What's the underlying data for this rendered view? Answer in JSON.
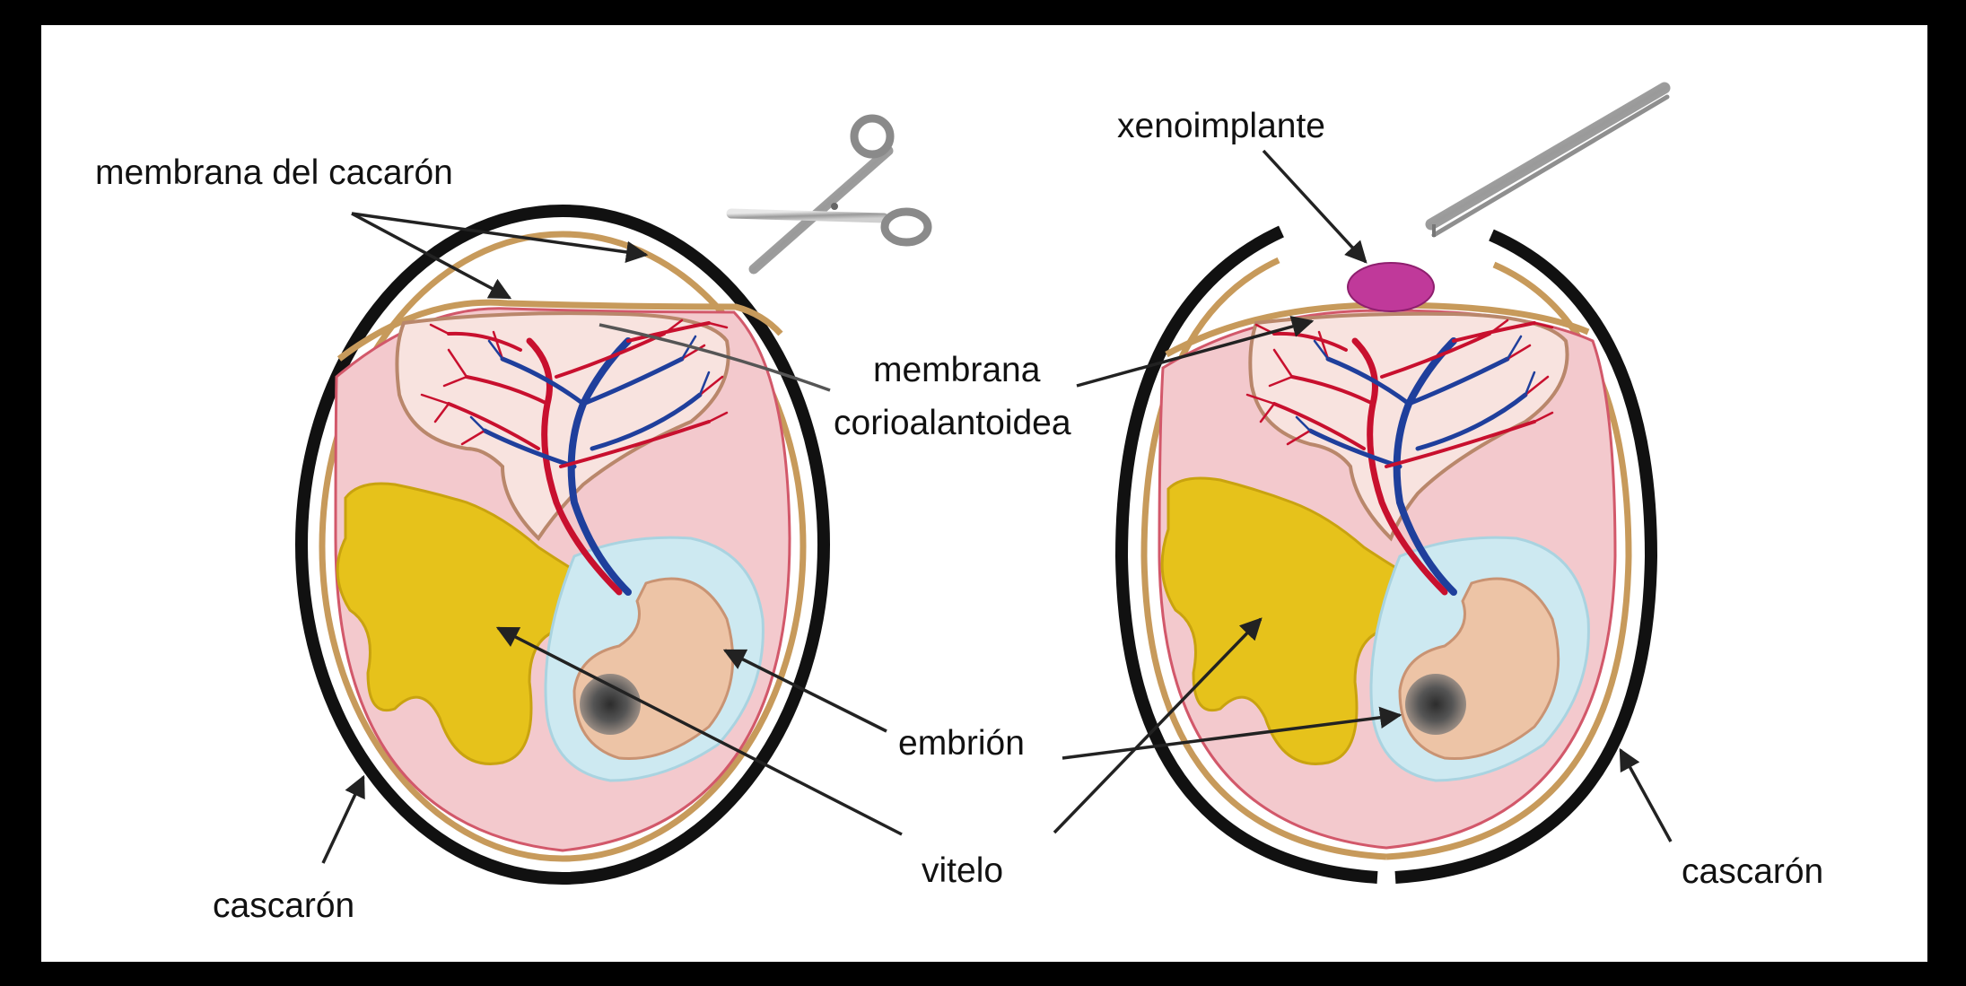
{
  "labels": {
    "shell_membrane": "membrana del cacarón",
    "xenograft": "xenoimplante",
    "cam_line1": "membrana",
    "cam_line2": "corioalantoidea",
    "embryo": "embrión",
    "yolk": "vitelo",
    "shell_left": "cascarón",
    "shell_right": "cascarón"
  },
  "colors": {
    "shell": "#111111",
    "inner_membrane": "#c79a5b",
    "albumen": "#f3c9cd",
    "allantois": "#f8e3df",
    "yolk": "#e6c21b",
    "embryo": "#edc4a6",
    "amnion": "#cde9f1",
    "artery": "#c8102e",
    "vein": "#1f3f9c",
    "xenograft": "#c0399a"
  },
  "icons": [
    "scissors-icon",
    "forceps-icon"
  ]
}
